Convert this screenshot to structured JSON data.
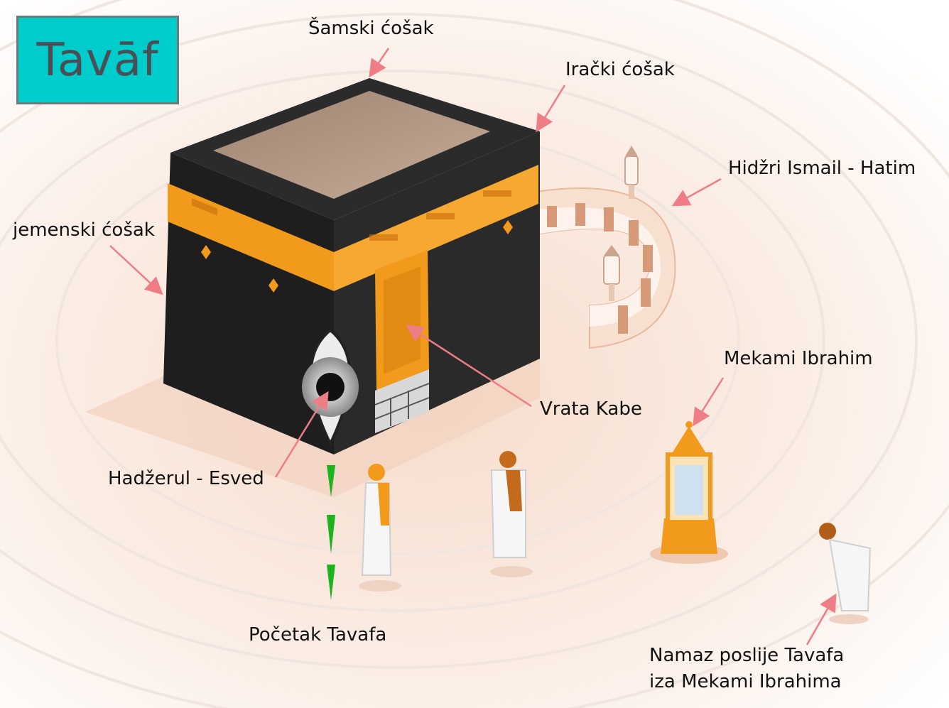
{
  "title": "Tavāf",
  "labels": {
    "shami_corner": "Šamski ćošak",
    "iraqi_corner": "Irački ćošak",
    "hijr_ismail": "Hidžri Ismail - Hatim",
    "yemeni_corner": "jemenski ćošak",
    "maqam_ibrahim": "Mekami Ibrahim",
    "kaaba_door": "Vrata Kabe",
    "black_stone": "Hadžerul - Esved",
    "tawaf_start": "Početak Tavafa",
    "prayer_line1": "Namaz poslije Tavafa",
    "prayer_line2": "iza Mekami Ibrahima"
  },
  "colors": {
    "title_bg": "#00CCCC",
    "kaaba_black": "#1e1e1e",
    "gold_band": "#f29a1c",
    "pointer_arrow": "#ef7d86",
    "start_marker": "#1db31d",
    "floor_tint": "#f6dccb"
  }
}
